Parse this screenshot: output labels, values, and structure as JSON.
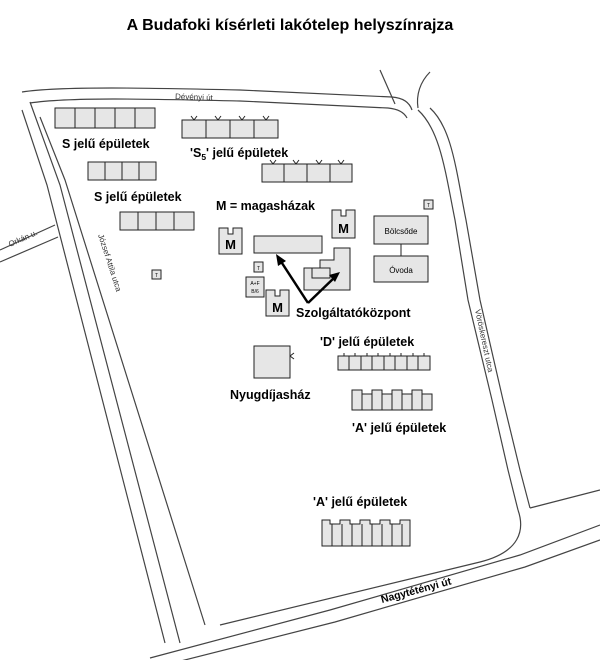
{
  "title": "A Budafoki kísérleti lakótelep helyszínrajza",
  "streets": {
    "devenyi": "Dévényi út",
    "orkan": "Orkán u.",
    "jozsef_attila": "József Attila utca",
    "voroskereszt": "Vöröskereszt utca",
    "nagyteteny": "Nagytétényi út"
  },
  "labels": {
    "s_top": "S jelű épületek",
    "s_mid": "S jelű épületek",
    "s5_prefix": "'S",
    "s5_sub": "5",
    "s5_suffix": "' jelű épületek",
    "m_legend": "M = magasházak",
    "szolgaltato": "Szolgáltatóközpont",
    "d_buildings": "'D' jelű épületek",
    "a_buildings_1": "'A' jelű épületek",
    "a_buildings_2": "'A' jelű épületek",
    "nyugdijas": "Nyugdíjasház"
  },
  "buildings": {
    "bolcsode": "Bölcsőde",
    "ovoda": "Óvoda",
    "m1": "M",
    "m2": "M",
    "m3": "M",
    "t1": "T",
    "t2": "T",
    "t3": "T",
    "small1": "A+F",
    "small2": "B/6"
  }
}
